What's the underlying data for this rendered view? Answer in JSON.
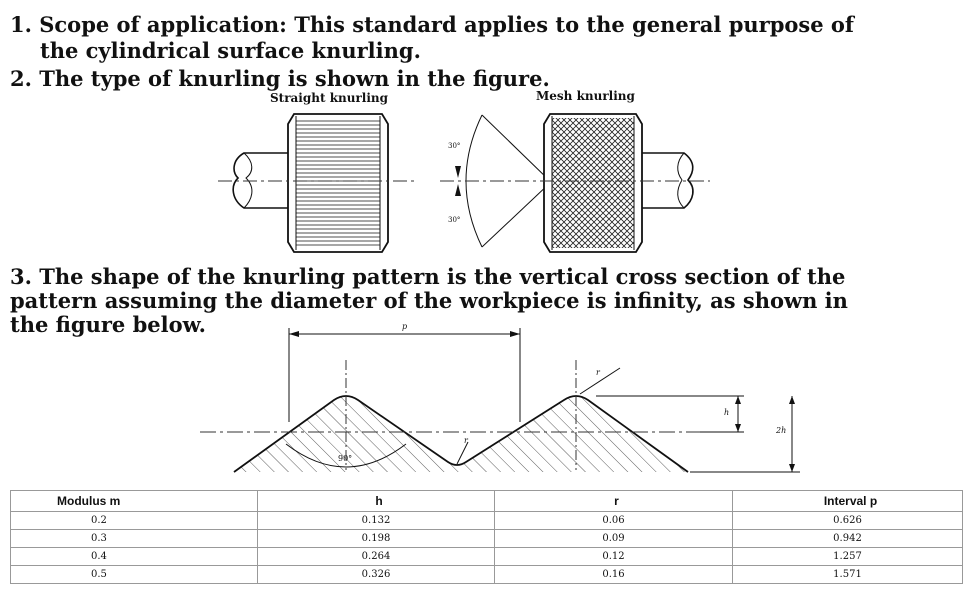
{
  "text": {
    "l1a": "1. Scope of application: This standard applies to the general purpose of",
    "l1b": "the cylindrical surface knurling.",
    "l2": "2. The type of knurling is shown in the figure.",
    "cap_straight": "Straight knurling",
    "cap_mesh": "Mesh knurling",
    "l3a": "3. The shape of the knurling pattern is the vertical cross section of the",
    "l3b": "pattern assuming the diameter of the workpiece is infinity, as shown in",
    "l3c": "the figure below."
  },
  "figure1": {
    "angle_top": "30°",
    "angle_bottom": "30°"
  },
  "figure2": {
    "label_p": "p",
    "label_h": "h",
    "label_2h": "2h",
    "label_r_top": "r",
    "label_r_bottom": "r",
    "label_angle": "90°"
  },
  "table": {
    "headers": [
      "Modulus    m",
      "h",
      "r",
      "Interval    p"
    ],
    "rows": [
      [
        "0.2",
        "0.132",
        "0.06",
        "0.626"
      ],
      [
        "0.3",
        "0.198",
        "0.09",
        "0.942"
      ],
      [
        "0.4",
        "0.264",
        "0.12",
        "1.257"
      ],
      [
        "0.5",
        "0.326",
        "0.16",
        "1.571"
      ]
    ]
  }
}
